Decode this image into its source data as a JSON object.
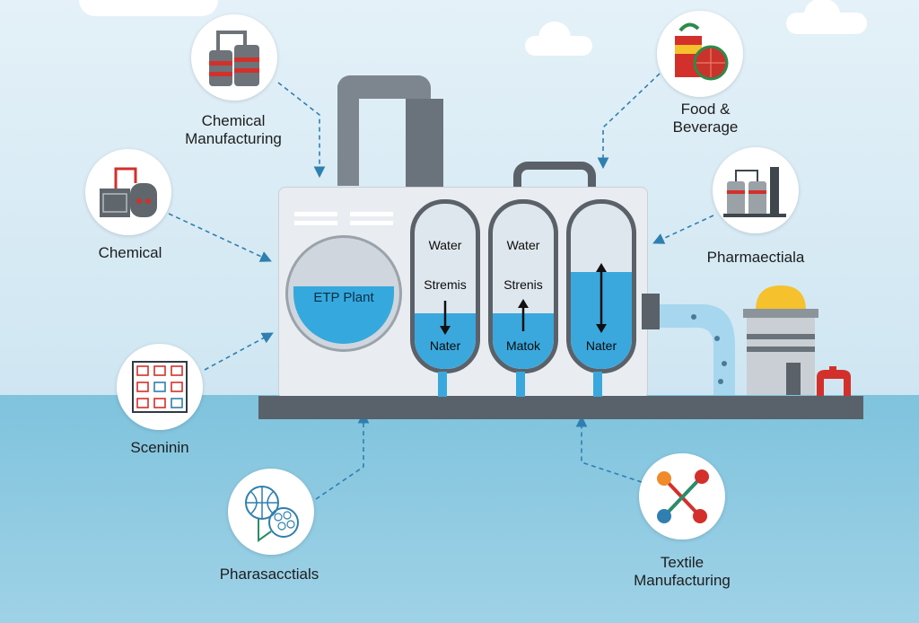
{
  "diagram": {
    "center": {
      "porthole_label": "ETP Plant",
      "tubes": [
        {
          "top": "Water",
          "middle": "Stremis",
          "bottom": "Nater",
          "arrow": "down"
        },
        {
          "top": "Water",
          "middle": "Strenis",
          "bottom": "Matok",
          "arrow": "up"
        },
        {
          "top": "",
          "middle": "",
          "bottom": "Nater",
          "arrow": "both"
        }
      ]
    },
    "nodes": [
      {
        "id": "chemical-manufacturing",
        "label_line1": "Chemical",
        "label_line2": "Manufacturing",
        "icon": "chemical-drums-icon"
      },
      {
        "id": "chemical",
        "label_line1": "Chemical",
        "label_line2": "",
        "icon": "chemical-plant-icon"
      },
      {
        "id": "scenin",
        "label_line1": "Sceninin",
        "label_line2": "",
        "icon": "circuit-grid-icon"
      },
      {
        "id": "pharasactials",
        "label_line1": "Pharasacctials",
        "label_line2": "",
        "icon": "molecule-sphere-icon"
      },
      {
        "id": "food-beverage",
        "label_line1": "Food &",
        "label_line2": "Beverage",
        "icon": "food-can-icon"
      },
      {
        "id": "pharmaceuticals",
        "label_line1": "Pharmaectiala",
        "label_line2": "",
        "icon": "pharma-factory-icon"
      },
      {
        "id": "textile-manufacturing",
        "label_line1": "Textile",
        "label_line2": "Manufacturing",
        "icon": "textile-needles-icon"
      }
    ],
    "colors": {
      "water": "#35a9de",
      "arrow": "#2f7fb0",
      "sky": "#dcedf6",
      "sea": "#8ccbe2",
      "machine": "#e9edf1"
    }
  }
}
